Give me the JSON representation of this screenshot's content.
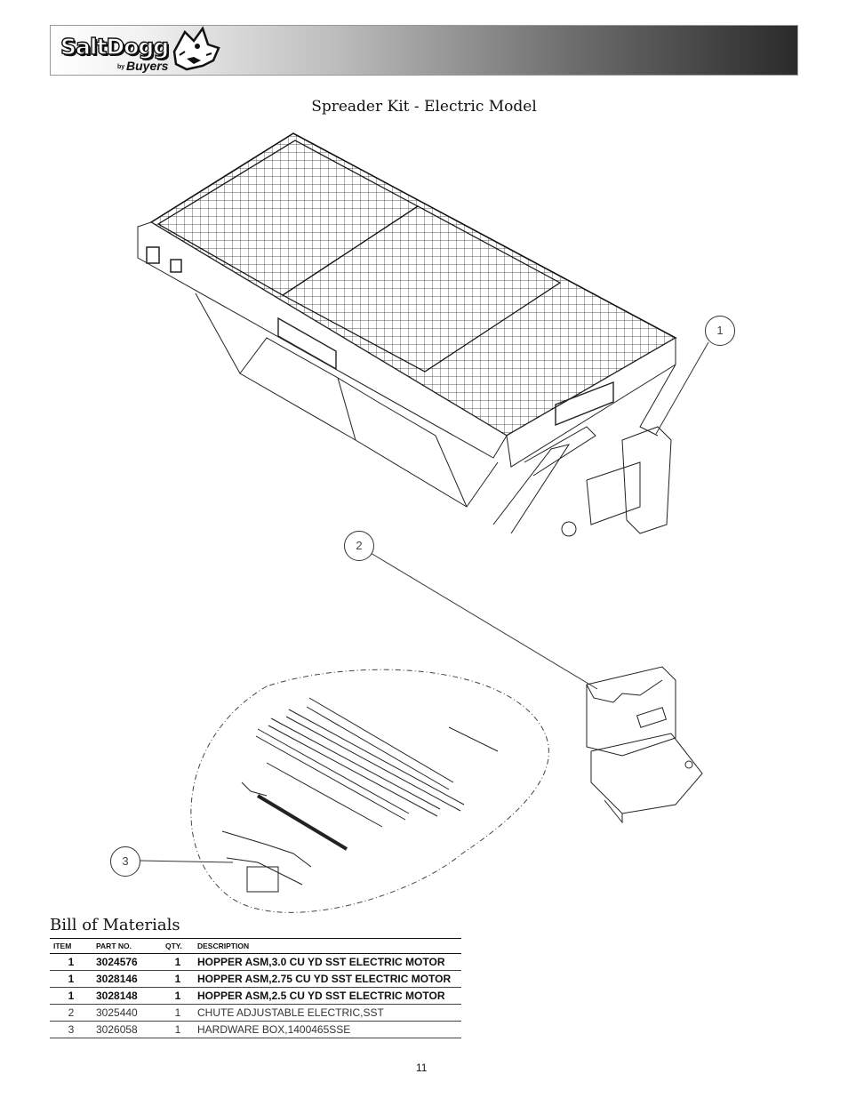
{
  "header": {
    "logo_main": "SaltDogg",
    "logo_by": "by",
    "logo_brand": "Buyers"
  },
  "title": "Spreader Kit - Electric Model",
  "callouts": [
    "1",
    "2",
    "3"
  ],
  "bom": {
    "title": "Bill of Materials",
    "columns": [
      "ITEM",
      "PART NO.",
      "QTY.",
      "DESCRIPTION"
    ],
    "rows": [
      {
        "item": "1",
        "part": "3024576",
        "qty": "1",
        "desc": "HOPPER ASM,3.0 CU YD SST ELECTRIC MOTOR"
      },
      {
        "item": "1",
        "part": "3028146",
        "qty": "1",
        "desc": "HOPPER ASM,2.75 CU YD SST ELECTRIC MOTOR"
      },
      {
        "item": "1",
        "part": "3028148",
        "qty": "1",
        "desc": "HOPPER ASM,2.5 CU YD SST ELECTRIC MOTOR"
      },
      {
        "item": "2",
        "part": "3025440",
        "qty": "1",
        "desc": "CHUTE ADJUSTABLE ELECTRIC,SST"
      },
      {
        "item": "3",
        "part": "3026058",
        "qty": "1",
        "desc": "HARDWARE BOX,1400465SSE"
      }
    ]
  },
  "page_number": "11"
}
